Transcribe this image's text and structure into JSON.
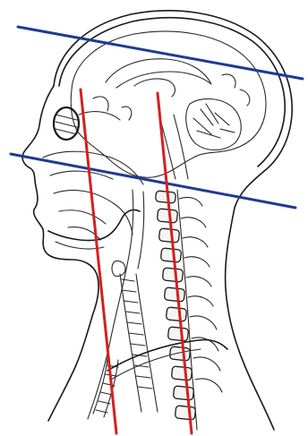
{
  "figure": {
    "background": "#ffffff",
    "ink_color": "#1a1a1a",
    "reference_lines": [
      {
        "name": "upper-blue-line",
        "color": "#1f3a93"
      },
      {
        "name": "lower-blue-line",
        "color": "#1f3a93"
      },
      {
        "name": "anterior-red-line",
        "color": "#d42020"
      },
      {
        "name": "posterior-red-line",
        "color": "#d42020"
      }
    ]
  }
}
